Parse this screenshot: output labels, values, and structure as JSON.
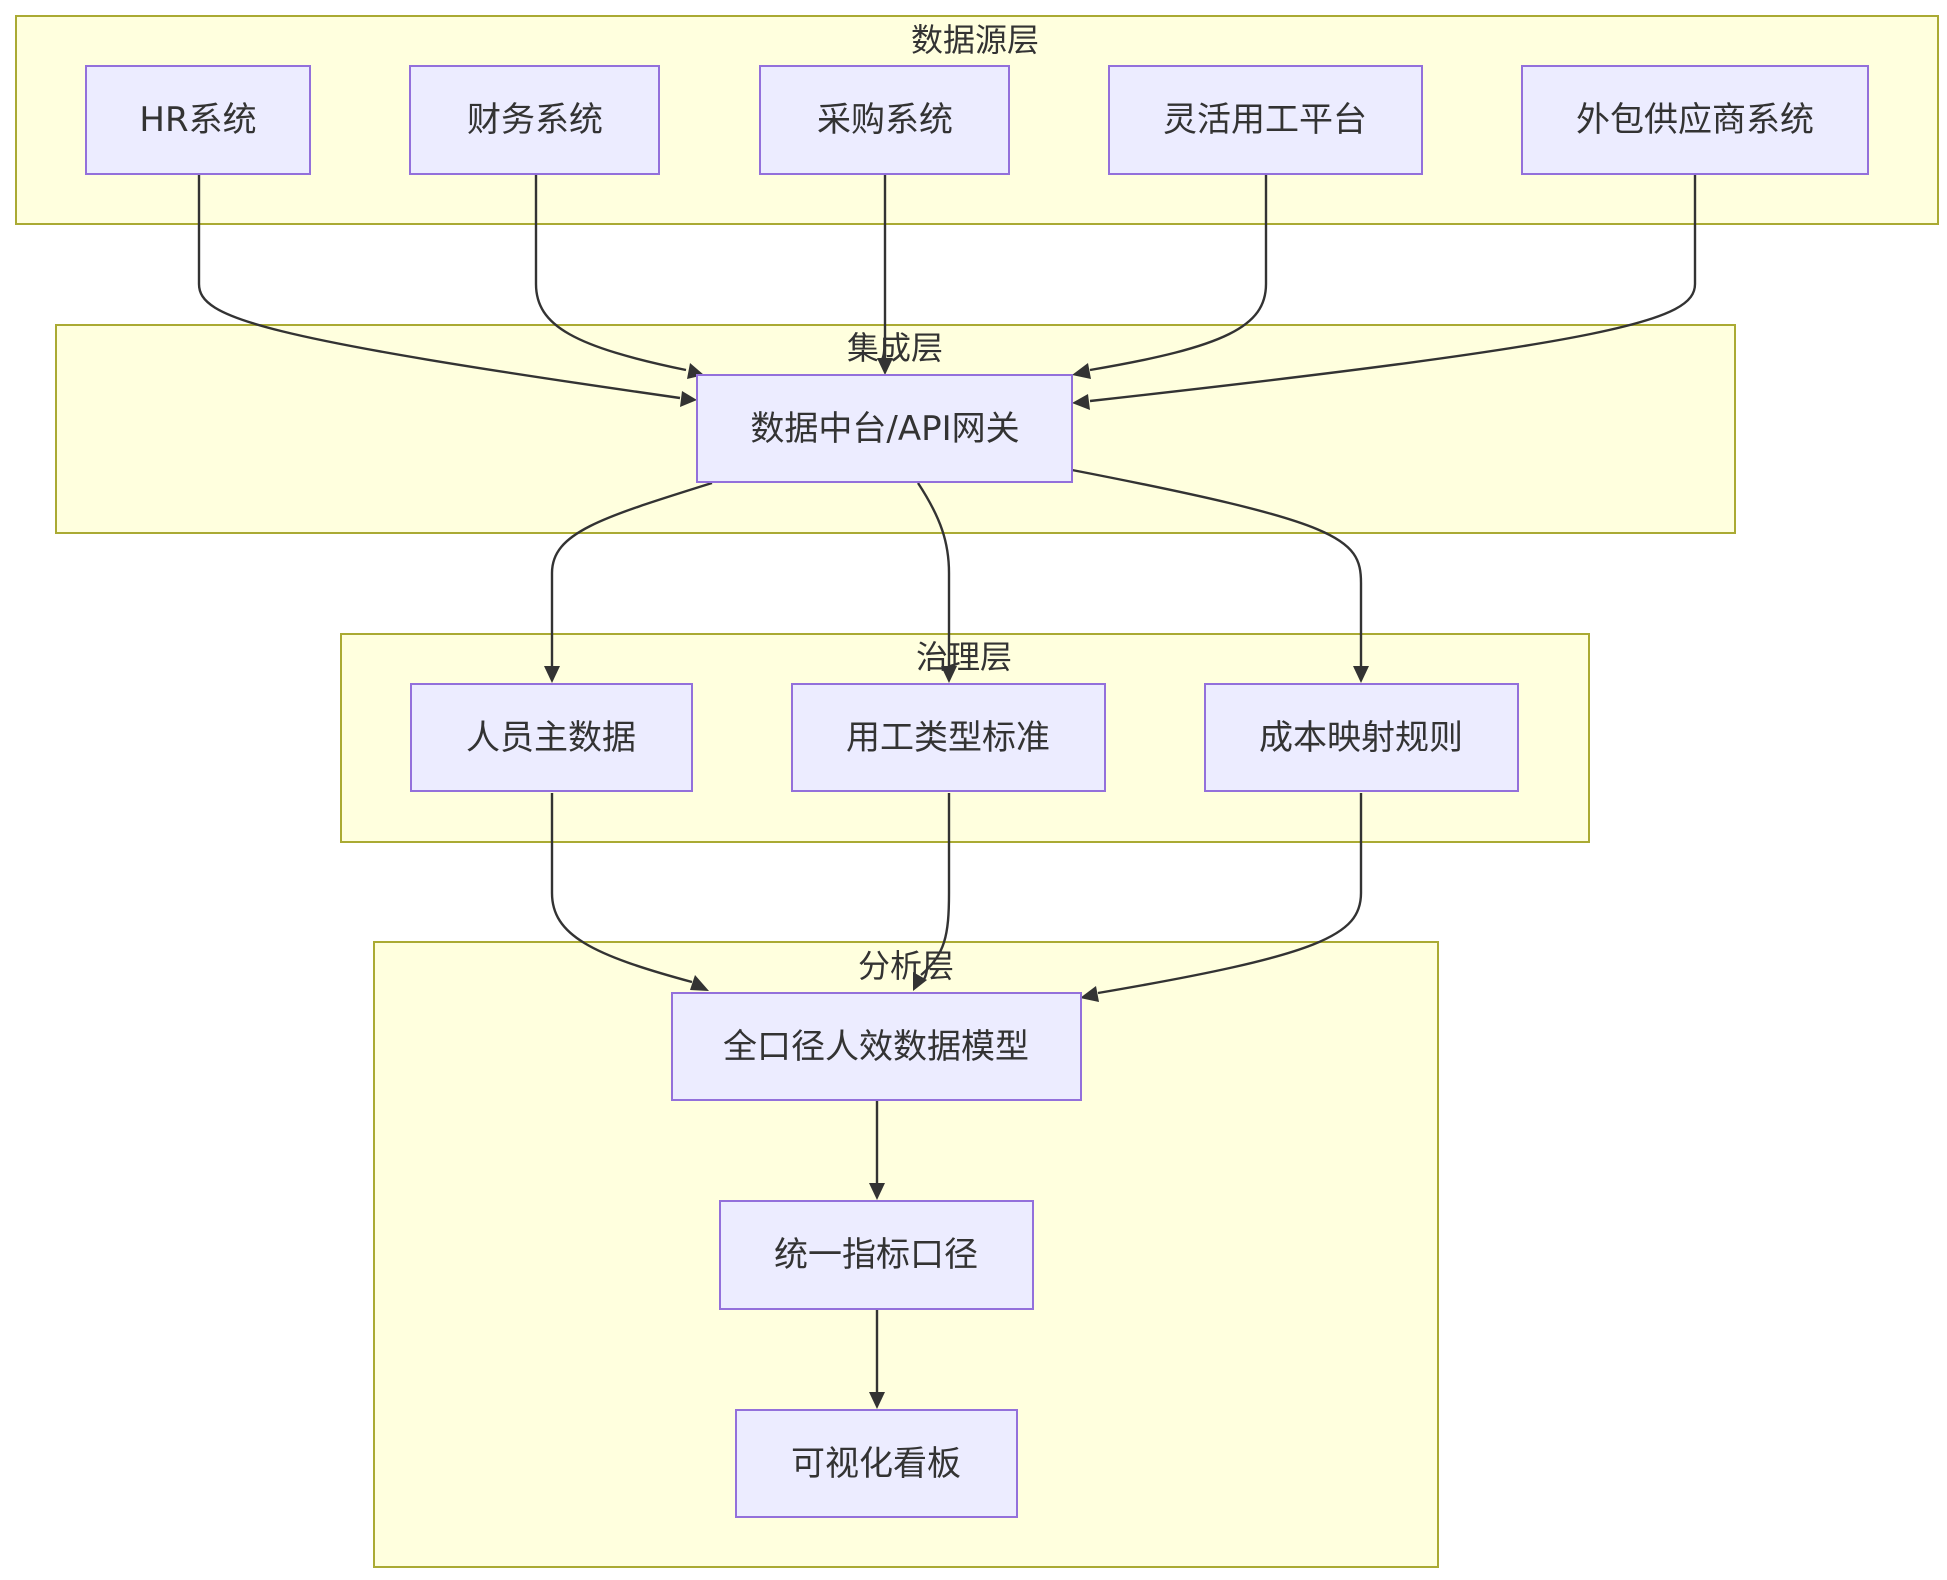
{
  "clusters": {
    "source": {
      "label": "数据源层"
    },
    "integration": {
      "label": "集成层"
    },
    "governance": {
      "label": "治理层"
    },
    "analysis": {
      "label": "分析层"
    }
  },
  "nodes": {
    "hr": {
      "label": "HR系统"
    },
    "finance": {
      "label": "财务系统"
    },
    "procurement": {
      "label": "采购系统"
    },
    "flex": {
      "label": "灵活用工平台"
    },
    "outsource": {
      "label": "外包供应商系统"
    },
    "hub": {
      "label": "数据中台/API网关"
    },
    "master": {
      "label": "人员主数据"
    },
    "worktype": {
      "label": "用工类型标准"
    },
    "costmap": {
      "label": "成本映射规则"
    },
    "model": {
      "label": "全口径人效数据模型"
    },
    "metrics": {
      "label": "统一指标口径"
    },
    "dashboard": {
      "label": "可视化看板"
    }
  },
  "colors": {
    "cluster_fill": "#ffffde",
    "cluster_stroke": "#aaaa33",
    "node_fill": "#ececff",
    "node_stroke": "#9370db",
    "edge": "#333333",
    "text": "#333333"
  },
  "edges": [
    {
      "from": "hr",
      "to": "hub"
    },
    {
      "from": "finance",
      "to": "hub"
    },
    {
      "from": "procurement",
      "to": "hub"
    },
    {
      "from": "flex",
      "to": "hub"
    },
    {
      "from": "outsource",
      "to": "hub"
    },
    {
      "from": "hub",
      "to": "master"
    },
    {
      "from": "hub",
      "to": "worktype"
    },
    {
      "from": "hub",
      "to": "costmap"
    },
    {
      "from": "master",
      "to": "model"
    },
    {
      "from": "worktype",
      "to": "model"
    },
    {
      "from": "costmap",
      "to": "model"
    },
    {
      "from": "model",
      "to": "metrics"
    },
    {
      "from": "metrics",
      "to": "dashboard"
    }
  ]
}
